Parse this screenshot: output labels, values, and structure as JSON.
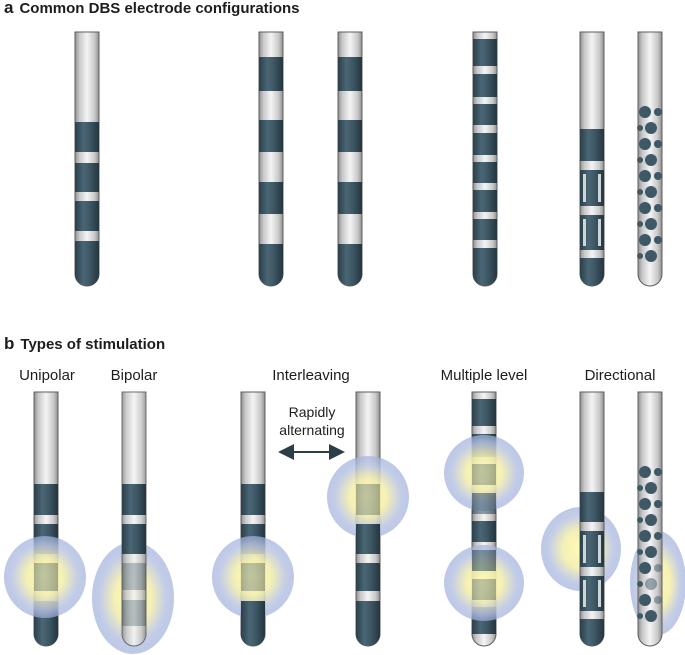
{
  "panel_a": {
    "letter": "a",
    "title": "Common DBS electrode configurations"
  },
  "panel_b": {
    "letter": "b",
    "title": "Types of stimulation",
    "labels": {
      "unipolar": "Unipolar",
      "bipolar": "Bipolar",
      "interleaving": "Interleaving",
      "multiple_level": "Multiple level",
      "directional": "Directional"
    },
    "arrow_note_line1": "Rapidly",
    "arrow_note_line2": "alternating"
  },
  "colors": {
    "contact": "#3e5866",
    "shaft_light": "#f4f4f4",
    "shaft_mid": "#c8c8c8",
    "shaft_dark": "#8f8f8f",
    "glow_core": "#fff7a0",
    "glow_edge": "#9fb0dd"
  }
}
